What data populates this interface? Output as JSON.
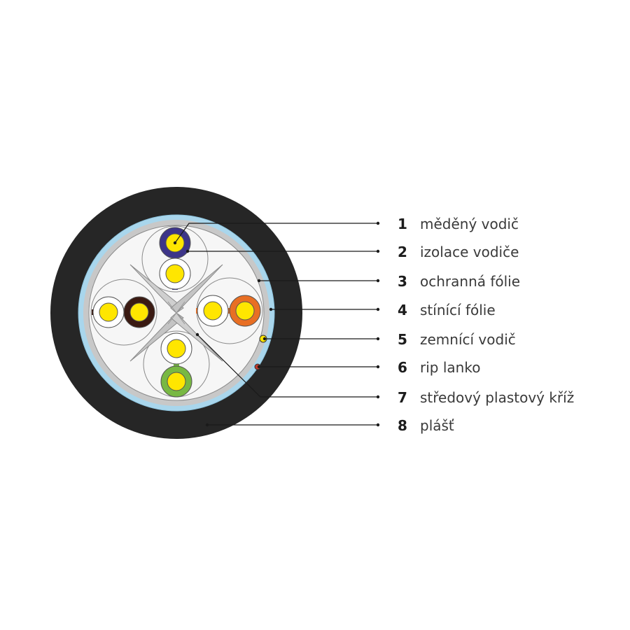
{
  "legend": [
    {
      "num": "1",
      "label": "měděný vodič"
    },
    {
      "num": "2",
      "label": "izolace vodiče"
    },
    {
      "num": "3",
      "label": "ochranná fólie"
    },
    {
      "num": "4",
      "label": "stínící fólie"
    },
    {
      "num": "5",
      "label": "zemnící vodič"
    },
    {
      "num": "6",
      "label": "rip lanko"
    },
    {
      "num": "7",
      "label": "středový plastový kříž"
    },
    {
      "num": "8",
      "label": "plášť"
    }
  ],
  "colors": {
    "sheath": "#262626",
    "shielding_foil": "#a9d6ec",
    "protective_foil": "#c4c4c4",
    "core_background": "#f6f6f6",
    "copper": "#ffe600",
    "pair_blue": "#3d3589",
    "pair_brown": "#3a1a12",
    "pair_orange": "#e86f24",
    "pair_green": "#78b843",
    "cross": "#c9c9c9",
    "drain_wire": "#ffe600",
    "rip_cord": "#c0392b",
    "leader_line": "#1a1a1a"
  }
}
